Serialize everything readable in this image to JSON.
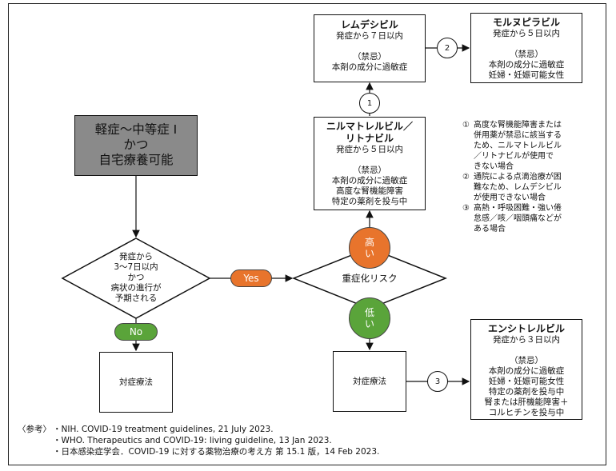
{
  "start_box": {
    "lines": [
      "軽症〜中等症 I",
      "かつ",
      "自宅療養可能"
    ]
  },
  "decision1": {
    "lines": [
      "発症から",
      "3〜7日以内",
      "かつ",
      "病状の進行が",
      "予期される"
    ]
  },
  "decision2": {
    "label": "重症化リスク"
  },
  "yes_label": "Yes",
  "no_label": "No",
  "risk_high": [
    "高",
    "い"
  ],
  "risk_low": [
    "低",
    "い"
  ],
  "symptomatic_label": "対症療法",
  "remdesivir": {
    "title": "レムデシビル",
    "timing": "発症から７日以内",
    "contra_label": "（禁忌）",
    "contra": [
      "本剤の成分に過敏症"
    ]
  },
  "molnupiravir": {
    "title": "モルヌピラビル",
    "timing": "発症から５日以内",
    "contra_label": "（禁忌）",
    "contra": [
      "本剤の成分に過敏症",
      "妊婦・妊娠可能女性"
    ]
  },
  "nirmatrelvir": {
    "title_lines": [
      "ニルマトレルビル／",
      "リトナビル"
    ],
    "timing": "発症から５日以内",
    "contra_label": "（禁忌）",
    "contra": [
      "本剤の成分に過敏症",
      "高度な腎機能障害",
      "特定の薬剤を投与中"
    ]
  },
  "ensitrelvir": {
    "title": "エンシトレルビル",
    "timing": "発症から３日以内",
    "contra_label": "（禁忌）",
    "contra": [
      "本剤の成分に過敏症",
      "妊婦・妊娠可能女性",
      "特定の薬剤を投与中",
      "腎または肝機能障害＋",
      "コルヒチンを投与中"
    ]
  },
  "circle_labels": [
    "1",
    "2",
    "3"
  ],
  "notes": [
    {
      "num": "①",
      "lines": [
        "高度な腎機能障害または",
        "併用薬が禁忌に該当する",
        "ため、ニルマトレルビル",
        "／リトナビルが使用で",
        "きない場合"
      ]
    },
    {
      "num": "②",
      "lines": [
        "通院による点滴治療が困",
        "難なため、レムデシビル",
        "が使用できない場合"
      ]
    },
    {
      "num": "③",
      "lines": [
        "高熱・呼吸困難・強い倦",
        "怠感／咳／咽頭痛などが",
        "ある場合"
      ]
    }
  ],
  "references": {
    "label": "〈参考〉",
    "items": [
      "・NIH. COVID-19 treatment guidelines, 21 July 2023.",
      "・WHO.  Therapeutics and COVID-19: living guideline, 13 Jan 2023.",
      "・日本感染症学会．COVID-19 に対する薬物治療の考え方 第 15.1 版，14 Feb 2023."
    ]
  }
}
